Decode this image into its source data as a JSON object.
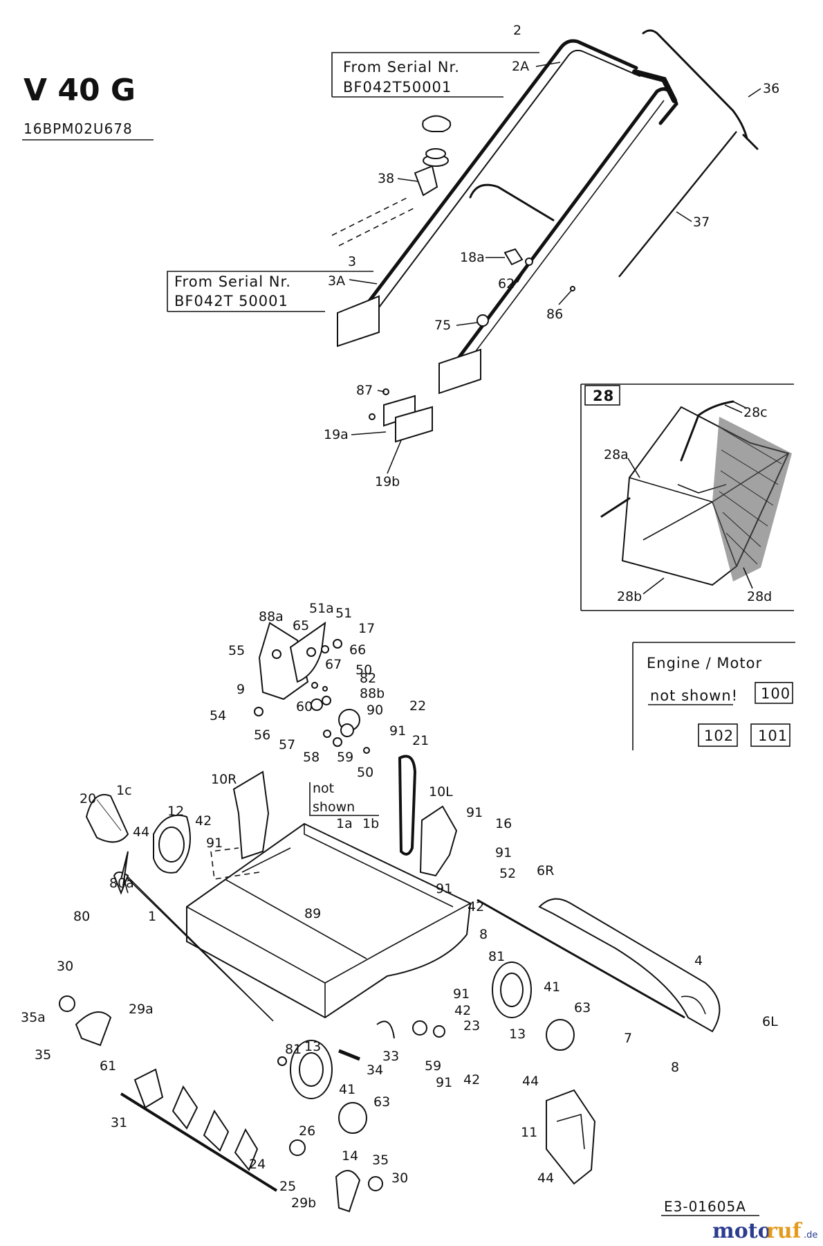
{
  "header": {
    "title": "V 40 G",
    "model_code": "16BPM02U678"
  },
  "serial_notes": [
    {
      "line1": "From Serial Nr.",
      "line2": "BF042T50001"
    },
    {
      "line1": "From Serial Nr.",
      "line2": "BF042T 50001"
    }
  ],
  "not_shown_note": {
    "line1": "not",
    "line2": "shown"
  },
  "engine_box": {
    "title": "Engine  /  Motor",
    "note": "not shown!",
    "refs": [
      "100",
      "102",
      "101"
    ]
  },
  "inset": {
    "number": "28",
    "labels": [
      "28a",
      "28b",
      "28c",
      "28d"
    ]
  },
  "labels": {
    "handle": [
      "2",
      "2A",
      "36",
      "37",
      "38",
      "3",
      "3A",
      "18a",
      "62",
      "86",
      "75",
      "87",
      "19a",
      "19b"
    ],
    "deck": [
      "88a",
      "51a",
      "51",
      "17",
      "55",
      "65",
      "66",
      "67",
      "50",
      "82",
      "88b",
      "9",
      "60",
      "90",
      "22",
      "54",
      "56",
      "57",
      "58",
      "59",
      "91",
      "50",
      "21",
      "10R",
      "1c",
      "20",
      "12",
      "44",
      "42",
      "91",
      "1a",
      "1b",
      "10L",
      "91",
      "16",
      "91",
      "52",
      "6R",
      "91",
      "42",
      "80a",
      "80",
      "1",
      "89",
      "8",
      "81",
      "4",
      "30",
      "35a",
      "29a",
      "35",
      "61",
      "81",
      "13",
      "41",
      "63",
      "34",
      "33",
      "91",
      "42",
      "23",
      "59",
      "91",
      "42",
      "41",
      "63",
      "13",
      "7",
      "6L",
      "8",
      "44",
      "11",
      "44",
      "31",
      "26",
      "24",
      "25",
      "29b",
      "14",
      "35",
      "30"
    ]
  },
  "footer": {
    "drawing_code": "E3-01605A",
    "brand_main": "moto",
    "brand_accent": "ruf",
    "brand_tld": ".de"
  }
}
